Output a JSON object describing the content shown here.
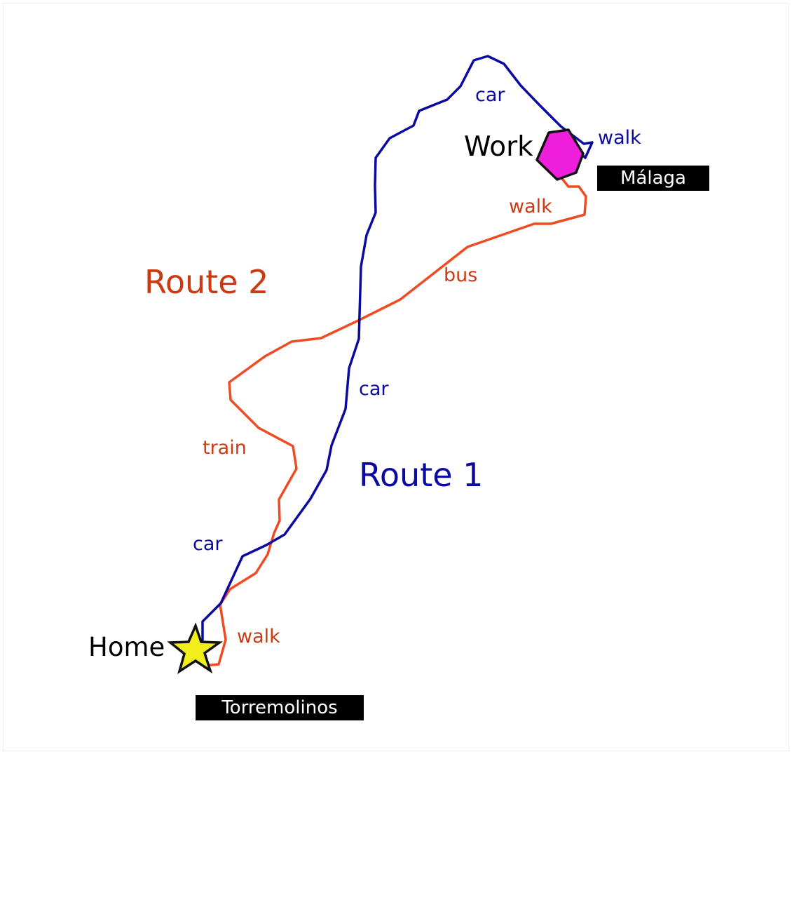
{
  "colors": {
    "route1": "#0a0aa0",
    "route2": "#f04a22",
    "route2_text": "#cc3a14",
    "home_star": "#f2ee1c",
    "work_hexagon": "#ee1edc",
    "outline": "#111111",
    "city_label_bg": "#000000",
    "city_label_text": "#ffffff",
    "place_text": "#000000"
  },
  "icons": {
    "home": "star-icon",
    "work": "hexagon-icon"
  },
  "places": {
    "home": "Home",
    "work": "Work"
  },
  "cities": {
    "origin": "Torremolinos",
    "destination": "Málaga"
  },
  "routes": {
    "route1": {
      "name": "Route 1",
      "segments": {
        "car_start": "car",
        "car_middle": "car",
        "car_top": "car",
        "walk_end": "walk"
      }
    },
    "route2": {
      "name": "Route 2",
      "segments": {
        "walk_start": "walk",
        "train": "train",
        "bus": "bus",
        "walk_end": "walk"
      }
    }
  }
}
